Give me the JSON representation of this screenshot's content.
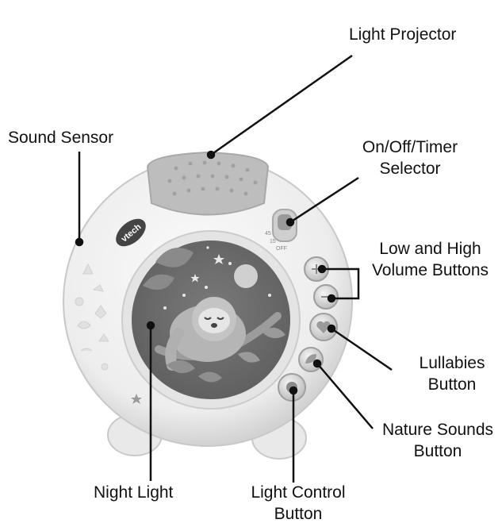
{
  "labels": {
    "light_projector": "Light Projector",
    "sound_sensor": "Sound Sensor",
    "timer_selector_line1": "On/Off/Timer",
    "timer_selector_line2": "Selector",
    "volume_line1": "Low and High",
    "volume_line2": "Volume Buttons",
    "lullabies_line1": "Lullabies",
    "lullabies_line2": "Button",
    "nature_line1": "Nature Sounds",
    "nature_line2": "Button",
    "night_light": "Night Light",
    "light_control_line1": "Light Control",
    "light_control_line2": "Button"
  },
  "device": {
    "brand_badge": "vtech",
    "timer_marks": [
      "45",
      "15",
      "OFF"
    ]
  },
  "colors": {
    "shell": "#f2f2f2",
    "shell_shadow": "#cfcfcf",
    "projector_dome": "#bdbdbd",
    "screen": "#6f6f6f",
    "badge": "#444444",
    "button": "#e6e6e6",
    "leader_line": "#111111"
  }
}
